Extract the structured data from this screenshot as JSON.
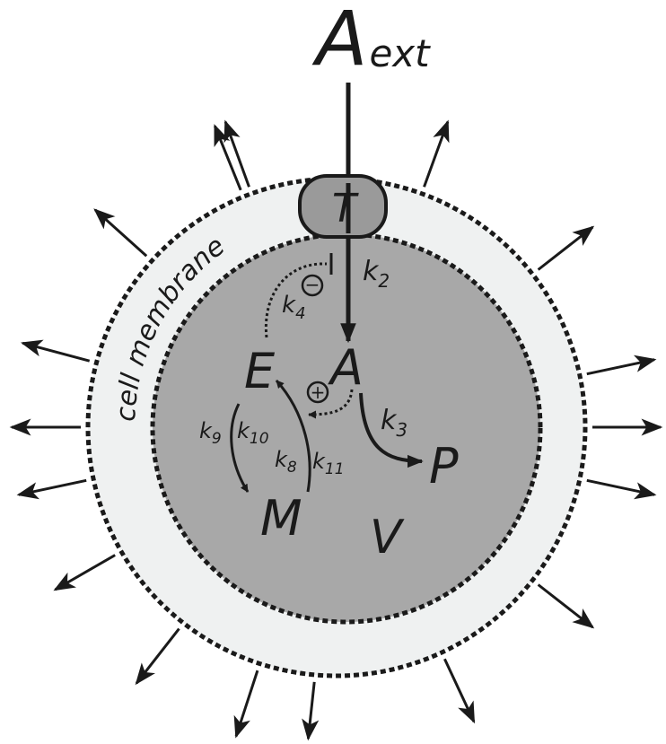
{
  "title": {
    "main": "A",
    "sub": "ext"
  },
  "transporter_label": "T",
  "membrane_label": "cell membrane",
  "species": {
    "A": "A",
    "E": "E",
    "M": "M",
    "P": "P",
    "V": "V"
  },
  "rates": {
    "k2": {
      "base": "k",
      "sub": "2"
    },
    "k3": {
      "base": "k",
      "sub": "3"
    },
    "k4": {
      "base": "k",
      "sub": "4"
    },
    "k8": {
      "base": "k",
      "sub": "8"
    },
    "k9": {
      "base": "k",
      "sub": "9"
    },
    "k10": {
      "base": "k",
      "sub": "10"
    },
    "k11": {
      "base": "k",
      "sub": "11"
    }
  },
  "symbols": {
    "inhibition": "−",
    "activation": "+"
  },
  "colors": {
    "membrane": "#eff1f1",
    "interior": "#a8a8a8",
    "transporter": "#9a9a9a",
    "ink": "#1a1a1a"
  }
}
